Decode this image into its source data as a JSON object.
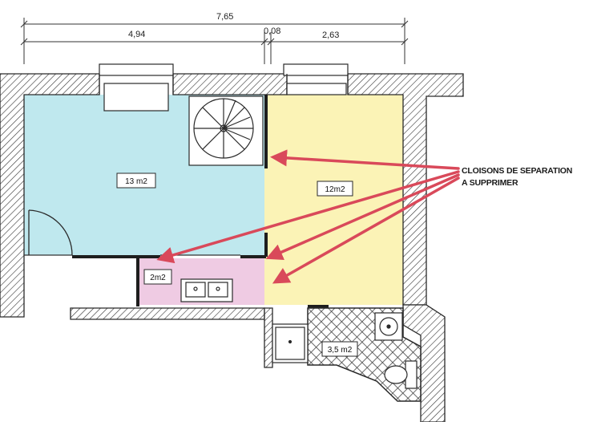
{
  "dimensions": {
    "total": "7,65",
    "left": "4,94",
    "middle": "0,08",
    "right": "2,63"
  },
  "rooms": {
    "blue": {
      "area": "13 m2"
    },
    "yellow": {
      "area": "12m2"
    },
    "pink": {
      "area": "2m2"
    },
    "bathroom": {
      "area": "3,5 m2"
    }
  },
  "annotation": {
    "line1": "CLOISONS DE SEPARATION",
    "line2": "A SUPPRIMER"
  },
  "colors": {
    "blue_room": "#bfe8ee",
    "yellow_room": "#fbf3b6",
    "pink_room": "#efcbe3",
    "wall": "#2a2a2a",
    "arrow": "#d9495a"
  }
}
